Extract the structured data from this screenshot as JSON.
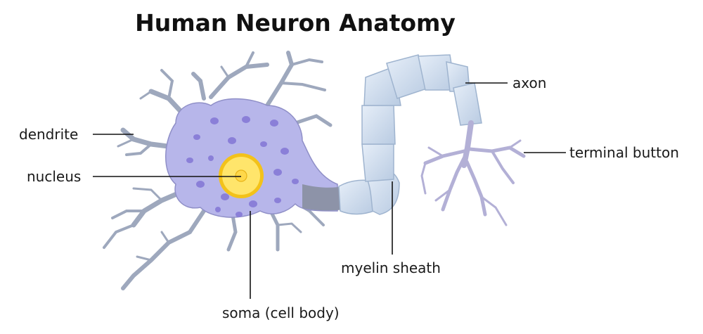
{
  "title": "Human Neuron Anatomy",
  "labels": {
    "dendrite": "dendrite",
    "nucleus": "nucleus",
    "soma": "soma (cell body)",
    "myelin": "myelin sheath",
    "axon": "axon",
    "terminal": "terminal button"
  },
  "colors": {
    "cell_fill": "#b7b6ea",
    "cell_stroke": "#8f8fc7",
    "dendrite": "#9ea8bd",
    "granule": "#8a7fd8",
    "nucleus_outer": "#f3c21a",
    "nucleus_inner": "#ffe56b",
    "myelin": "#c9d8ec",
    "myelin_stroke": "#9fb4cf",
    "terminal": "#b3b0d6"
  }
}
